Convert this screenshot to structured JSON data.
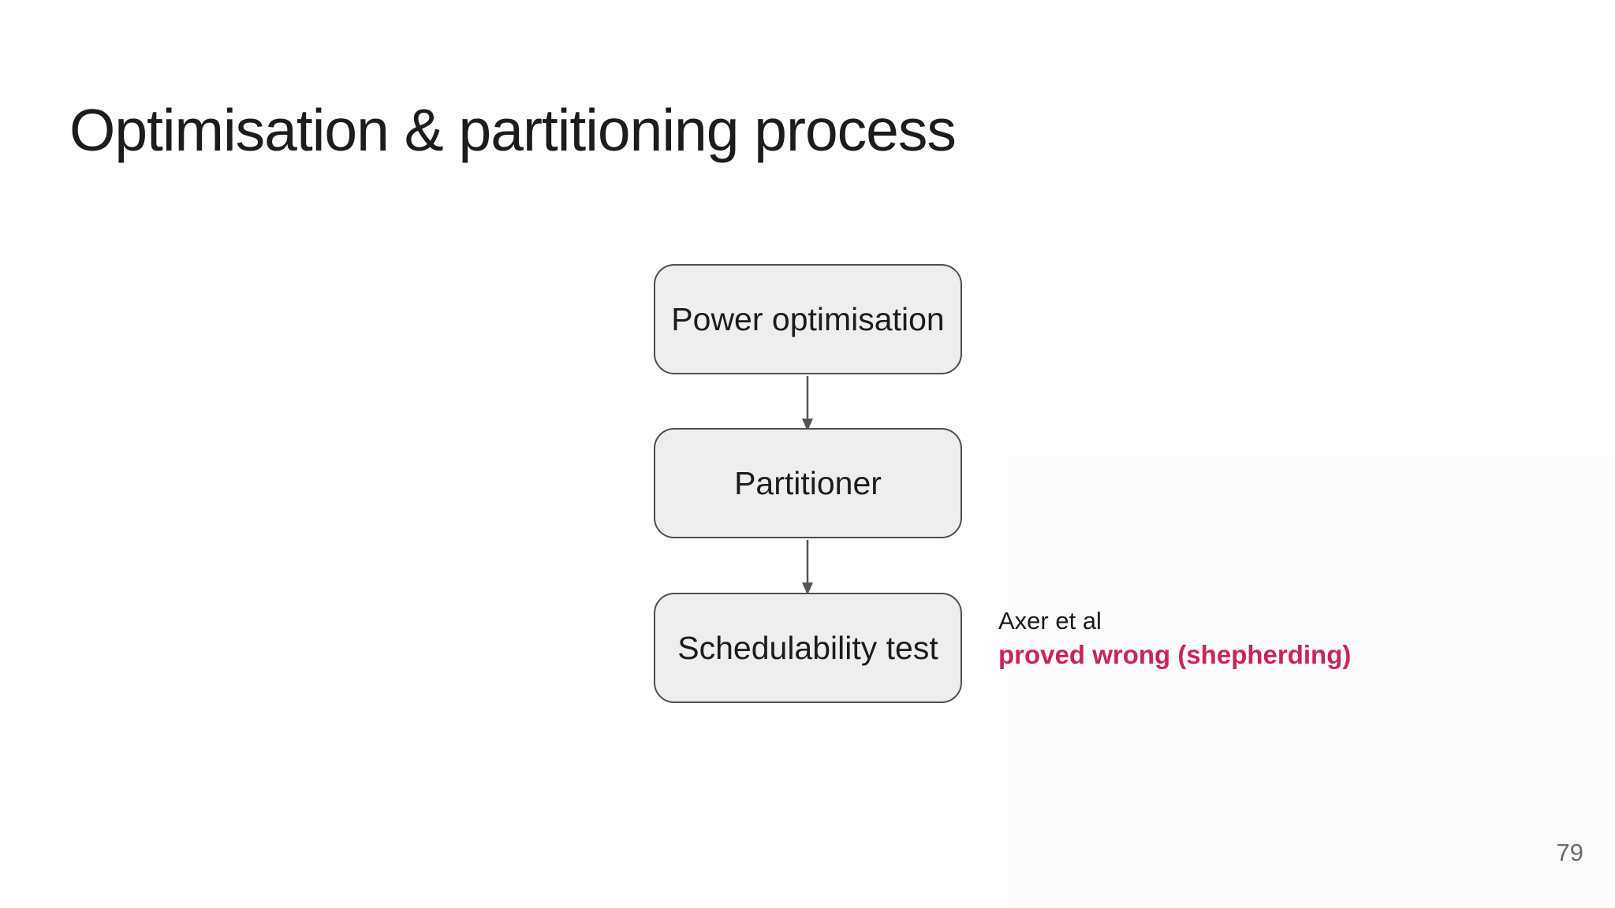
{
  "slide": {
    "title": "Optimisation & partitioning process",
    "page_number": "79"
  },
  "flowchart": {
    "nodes": [
      {
        "id": "power-optimisation",
        "label": "Power optimisation"
      },
      {
        "id": "partitioner",
        "label": "Partitioner"
      },
      {
        "id": "schedulability-test",
        "label": "Schedulability test"
      }
    ],
    "connections": [
      {
        "from": "power-optimisation",
        "to": "partitioner"
      },
      {
        "from": "partitioner",
        "to": "schedulability-test"
      }
    ]
  },
  "annotation": {
    "author": "Axer et al",
    "highlight": "proved wrong (shepherding)"
  },
  "colors": {
    "background": "#ffffff",
    "text": "#1c1c1c",
    "node-fill": "#eeeeee",
    "node-border": "#4f4f4f",
    "arrow": "#555555",
    "accent": "#c8245f",
    "page-number": "#6b6b6b"
  }
}
